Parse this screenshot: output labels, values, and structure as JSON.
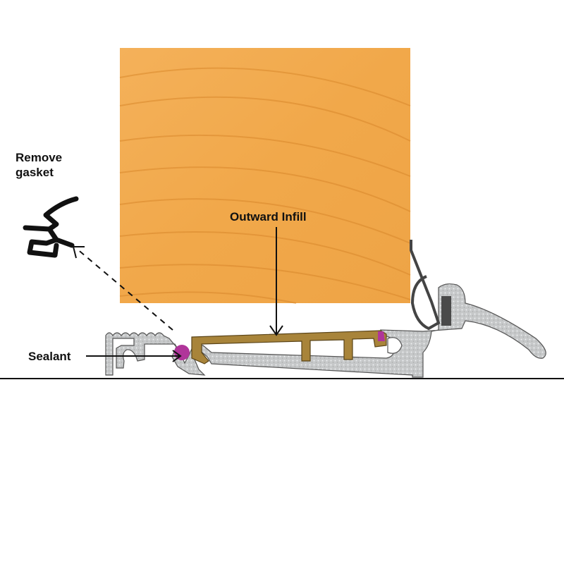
{
  "labels": {
    "remove_gasket_line1": "Remove",
    "remove_gasket_line2": "gasket",
    "outward_infill": "Outward Infill",
    "sealant": "Sealant"
  },
  "colors": {
    "wood": "#f2a94c",
    "wood_grain": "#d8862a",
    "aluminium": "#c9cbcc",
    "infill": "#a8843a",
    "sealant": "#b0359a",
    "gasket": "#4a4a4a",
    "line": "#111111"
  }
}
